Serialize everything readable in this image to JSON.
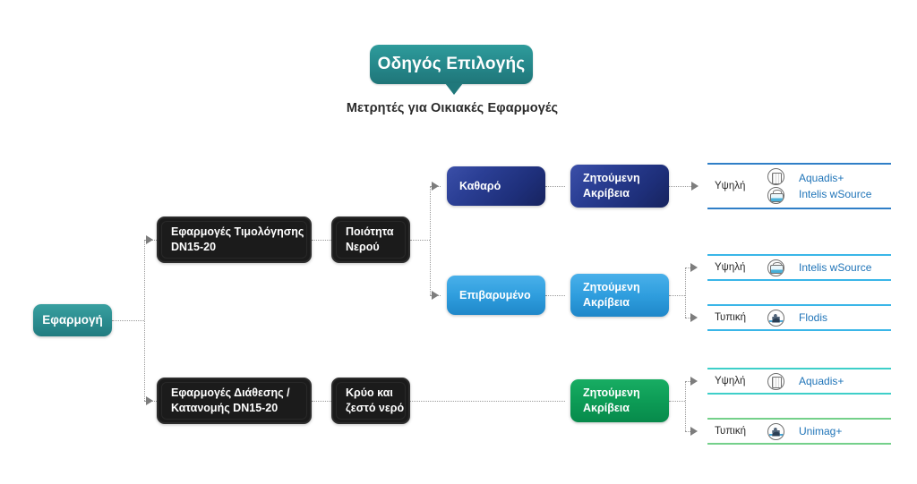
{
  "header": {
    "badge_label": "Οδηγός Επιλογής",
    "subtitle": "Μετρητές για Οικιακές Εφαρμογές",
    "badge_color": "#2b8d90"
  },
  "nodes": {
    "root": {
      "label": "Εφαρμογή",
      "color": "#2c8d90"
    },
    "branch_billing": {
      "label": "Εφαρμογές Τιμολόγησης\nDN15-20",
      "color": "#1b1b1b"
    },
    "branch_distribution": {
      "label": "Εφαρμογές Διάθεσης /\nΚατανομής DN15-20",
      "color": "#1b1b1b"
    },
    "water_quality": {
      "label": "Ποιότητα\nΝερού",
      "color": "#1b1b1b"
    },
    "cold_hot": {
      "label": "Κρύο και\nζεστό νερό",
      "color": "#1b1b1b"
    },
    "clean": {
      "label": "Καθαρό",
      "color": "#23357f"
    },
    "loaded": {
      "label": "Επιβαρυμένο",
      "color": "#2f9ede"
    },
    "accuracy_clean": {
      "label": "Ζητούμενη\nΑκρίβεια",
      "color": "#23357f"
    },
    "accuracy_loaded": {
      "label": "Ζητούμενη\nΑκρίβεια",
      "color": "#2f9ede"
    },
    "accuracy_coldhot": {
      "label": "Ζητούμενη\nΑκρίβεια",
      "color": "#0d9c56"
    }
  },
  "results": [
    {
      "id": "clean-high",
      "grade": "Υψηλή",
      "rule_color": "#2f7fc7",
      "products": [
        {
          "name": "Aquadis+",
          "icon": "aquadis-meter-icon"
        },
        {
          "name": "Intelis wSource",
          "icon": "wsource-meter-icon"
        }
      ]
    },
    {
      "id": "loaded-high",
      "grade": "Υψηλή",
      "rule_color": "#3ab6e8",
      "products": [
        {
          "name": "Intelis wSource",
          "icon": "wsource-meter-icon"
        }
      ]
    },
    {
      "id": "loaded-standard",
      "grade": "Τυπική",
      "rule_color": "#3ab6e8",
      "products": [
        {
          "name": "Flodis",
          "icon": "flodis-meter-icon"
        }
      ]
    },
    {
      "id": "coldhot-high",
      "grade": "Υψηλή",
      "rule_color": "#3ecfc9",
      "products": [
        {
          "name": "Aquadis+",
          "icon": "aquadis-meter-icon"
        }
      ]
    },
    {
      "id": "coldhot-standard",
      "grade": "Τυπική",
      "rule_color": "#74d08a",
      "products": [
        {
          "name": "Unimag+",
          "icon": "flodis-meter-icon"
        }
      ]
    }
  ]
}
